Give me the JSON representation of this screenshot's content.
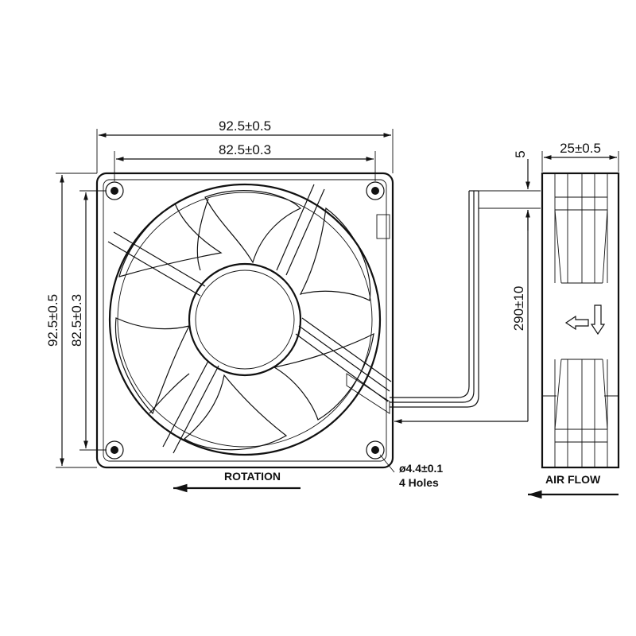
{
  "dimensions": {
    "outer_width": "92.5±0.5",
    "hole_spacing_width": "82.5±0.3",
    "outer_height": "92.5±0.5",
    "hole_spacing_height": "82.5±0.3",
    "depth": "25±0.5",
    "lead_offset": "5",
    "lead_length": "290±10"
  },
  "labels": {
    "rotation": "ROTATION",
    "holes_spec_line1": "ø4.4±0.1",
    "holes_spec_line2": "4 Holes",
    "air_flow": "AIR FLOW"
  }
}
